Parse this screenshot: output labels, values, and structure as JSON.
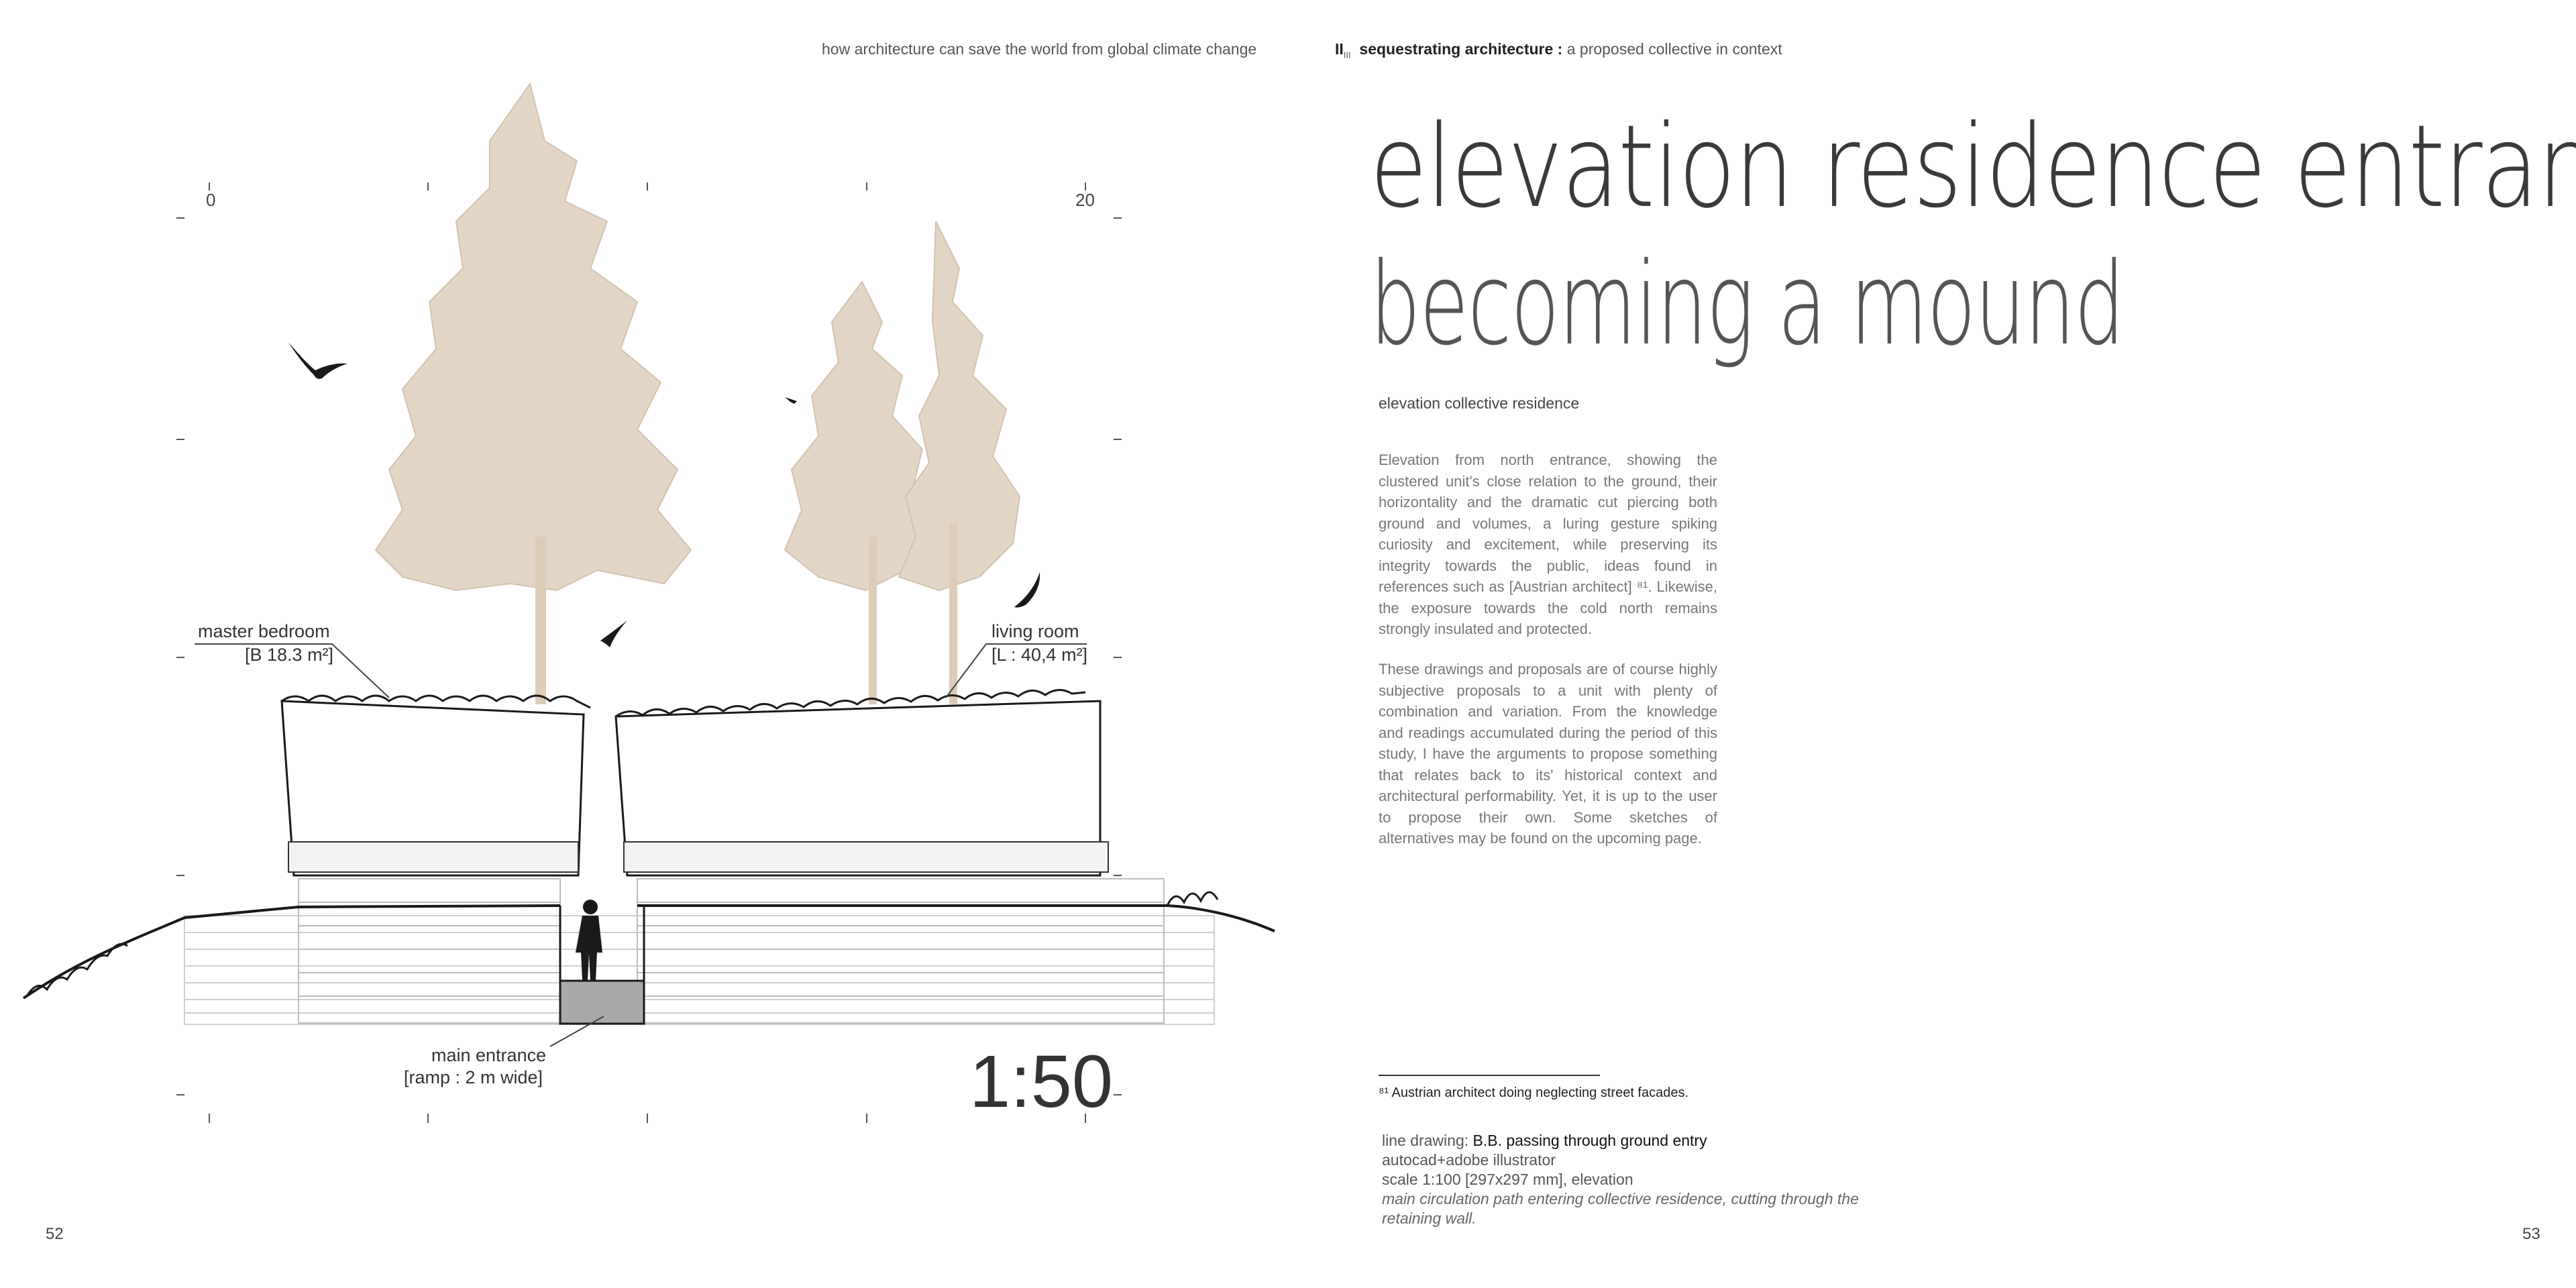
{
  "header": {
    "left": "how architecture can save the world from global climate change",
    "right_marker": "II",
    "right_marker_sub": "III",
    "right_bold": "sequestrating architecture :",
    "right_rest": " a proposed collective in context"
  },
  "title": {
    "line1": "elevation residence entrance",
    "line2": "becoming a mound"
  },
  "subheading": "elevation collective residence",
  "paragraphs": [
    "Elevation from north entrance, showing the clustered unit's close relation to the ground, their horizontality and the dramatic cut piercing both ground and volumes, a luring gesture spiking curiosity and excitement, while preserving its integrity towards the public, ideas found in references such as [Austrian architect] ⁸¹. Likewise, the exposure towards the cold north remains strongly insulated and protected.",
    "These drawings and proposals are of course highly subjective proposals to a unit with plenty of combination and variation. From the knowledge and readings accumulated during the period of this study, I have the arguments to propose something that relates back to its' historical context and architectural performability. Yet, it is up to the user to propose their own. Some sketches of alternatives may be found on the upcoming page."
  ],
  "footnote": "⁸¹ Austrian architect doing neglecting street facades.",
  "caption": {
    "line1_prefix": "line drawing: ",
    "line1_strong": "B.B. passing through ground entry",
    "line2": "autocad+adobe illustrator",
    "line3": "scale 1:100 [297x297 mm], elevation",
    "line4": "main circulation path entering collective residence, cutting through the retaining wall."
  },
  "drawing": {
    "scale_start": "0",
    "scale_end": "20",
    "scale_label": "1:50",
    "labels": {
      "master_bedroom": "master bedroom",
      "master_bedroom_area": "[B 18.3 m²]",
      "living_room": "living room",
      "living_room_area": "[L : 40,4 m²]",
      "main_entrance": "main entrance",
      "main_entrance_detail": "[ramp : 2 m wide]"
    }
  },
  "page_numbers": {
    "left": "52",
    "right": "53"
  },
  "colors": {
    "tree": "#e4d6c7",
    "ink": "#222222",
    "log": "#cfcfcf"
  }
}
